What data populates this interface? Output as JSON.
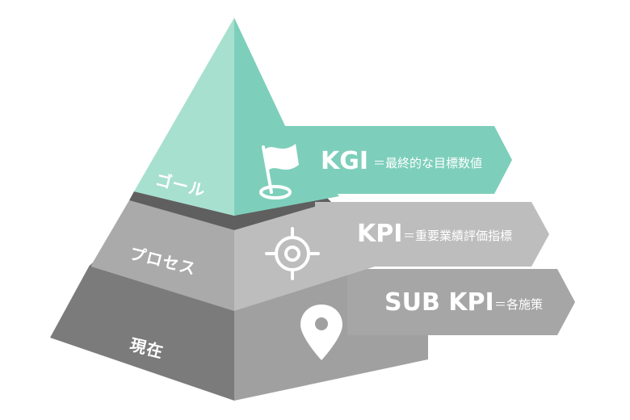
{
  "pyramid": {
    "top": {
      "face_label": "ゴール",
      "arrow_label": "KGI",
      "arrow_desc": "＝最終的な目標数値",
      "icon": "flag-icon",
      "colors": {
        "left": "#a7e0cf",
        "right": "#7dcfbb",
        "arrow": "#7dcfbb"
      }
    },
    "middle": {
      "face_label": "プロセス",
      "arrow_label": "KPI",
      "arrow_desc": "＝重要業績評価指標",
      "icon": "target-icon",
      "colors": {
        "left": "#aaaaaa",
        "right": "#bdbdbd",
        "arrow": "#bdbdbd"
      }
    },
    "bottom": {
      "face_label": "現在",
      "arrow_label": "SUB KPI",
      "arrow_desc": "＝各施策",
      "icon": "location-pin-icon",
      "colors": {
        "left": "#7b7b7b",
        "right": "#a0a0a0",
        "arrow": "#a6a6a6"
      }
    }
  }
}
